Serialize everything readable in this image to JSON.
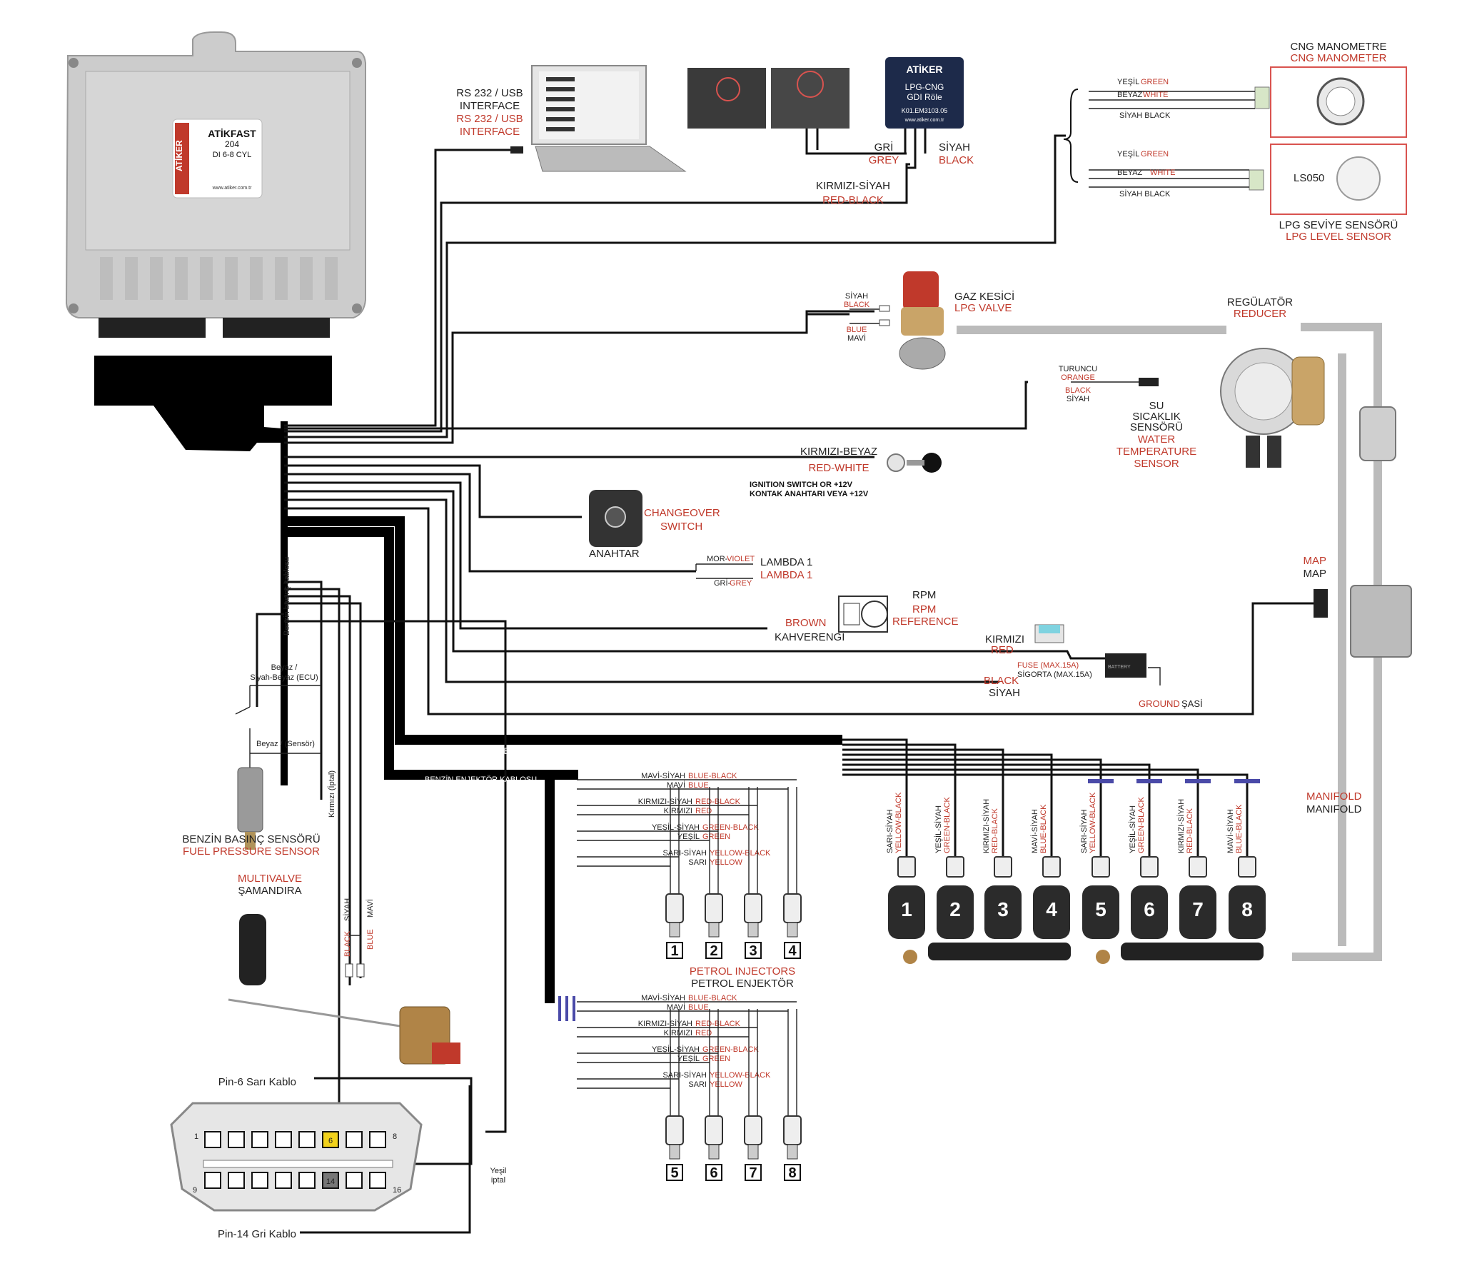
{
  "colors": {
    "wire": "#111111",
    "label_red": "#c0392b",
    "highlight_box": "#d9534f",
    "injector_marker": "#4a4aa8",
    "ecu_body": "#cfcfcf",
    "pin6": "#f2d21b",
    "pin14": "#777777"
  },
  "ecu": {
    "brand": "ATİKER",
    "model": "ATİKFAST",
    "code": "204",
    "spec": "DI 6-8 CYL",
    "web": "www.atiker.com.tr"
  },
  "interface": {
    "line1": "RS 232 / USB",
    "line2": "INTERFACE",
    "line3_red": "RS 232 / USB",
    "line4_red": "INTERFACE"
  },
  "gdi_relay": {
    "brand": "ATİKER",
    "name1": "LPG-CNG",
    "name2": "GDI Röle",
    "code": "K01.EM3103.05",
    "web": "www.atiker.com.tr",
    "wire_grey_tr": "GRİ",
    "wire_grey_en": "GREY",
    "wire_black_tr": "SİYAH",
    "wire_black_en": "BLACK",
    "wire_redblack_tr": "KIRMIZI-SİYAH",
    "wire_redblack_en": "RED-BLACK"
  },
  "cng_manometer": {
    "title_tr": "CNG MANOMETRE",
    "title_en": "CNG MANOMETER",
    "wire1_tr": "YEŞİL",
    "wire1_en": "GREEN",
    "wire2_tr": "BEYAZ",
    "wire2_en": "WHITE",
    "wire3": "SİYAH BLACK"
  },
  "lpg_level": {
    "title_tr": "LPG SEVİYE SENSÖRÜ",
    "title_en": "LPG LEVEL SENSOR",
    "model": "LS050",
    "wire1_tr": "YEŞİL",
    "wire1_en": "GREEN",
    "wire2_tr": "BEYAZ",
    "wire2_en": "WHITE",
    "wire3": "SİYAH BLACK"
  },
  "lpg_valve": {
    "title_tr": "GAZ KESİCİ",
    "title_en": "LPG VALVE",
    "w1_tr": "SİYAH",
    "w1_en": "BLACK",
    "w2_en": "BLUE",
    "w2_tr": "MAVİ"
  },
  "reducer": {
    "title_tr": "REGÜLATÖR",
    "title_en": "REDUCER",
    "w1_tr": "TURUNCU",
    "w1_en": "ORANGE",
    "w2_en": "BLACK",
    "w2_tr": "SİYAH",
    "sensor_tr1": "SU",
    "sensor_tr2": "SICAKLIK",
    "sensor_tr3": "SENSÖRÜ",
    "sensor_en1": "WATER",
    "sensor_en2": "TEMPERATURE",
    "sensor_en3": "SENSOR"
  },
  "ignition": {
    "wire_tr": "KIRMIZI-BEYAZ",
    "wire_en": "RED-WHITE",
    "text1": "IGNITION SWITCH OR +12V",
    "text2": "KONTAK ANAHTARI VEYA +12V"
  },
  "changeover": {
    "en1": "CHANGEOVER",
    "en2": "SWITCH",
    "tr": "ANAHTAR"
  },
  "lambda": {
    "w1": "MOR-",
    "w1_en": "VIOLET",
    "w2": "GRİ-",
    "w2_en": "GREY",
    "label": "LAMBDA 1",
    "label_red": "LAMBDA 1"
  },
  "rpm": {
    "title": "RPM",
    "title_red": "RPM",
    "ref": "REFERENCE",
    "wire_en": "BROWN",
    "wire_tr": "KAHVERENGİ"
  },
  "power": {
    "w1_tr": "KIRMIZI",
    "w1_en": "RED",
    "fuse_en": "FUSE (MAX.15A)",
    "fuse_tr": "SİGORTA (MAX.15A)",
    "battery": "BATTERY",
    "w2_en": "BLACK",
    "w2_tr": "SİYAH",
    "ground_en": "GROUND",
    "ground_tr": "ŞASİ"
  },
  "map": {
    "en": "MAP",
    "tr": "MAP"
  },
  "manifold": {
    "en": "MANIFOLD",
    "tr": "MANIFOLD"
  },
  "harness": {
    "lpg_cable": "LPG ENJEKTÖR KABLOSU",
    "petrol_cable": "BENZİN ENJEKTÖR KABLOSU"
  },
  "fuel_pressure": {
    "cable_label": "Benzin basınç kablosu",
    "white_ecu": "Beyaz /",
    "white_ecu2": "Siyah-Beyaz (ECU)",
    "white_sensor": "Beyaz / (Sensör)",
    "red_cancel": "Kırmızı (İptal)",
    "title_tr": "BENZİN BASINÇ SENSÖRÜ",
    "title_en": "FUEL PRESSURE SENSOR"
  },
  "multivalve": {
    "title_en": "MULTIVALVE",
    "title_tr": "ŞAMANDIRA",
    "w1_en": "BLACK",
    "w1_tr": "SİYAH",
    "w2_en": "BLUE",
    "w2_tr": "MAVİ"
  },
  "obd": {
    "pin6_label": "Pin-6 Sarı Kablo",
    "pin14_label": "Pin-14 Gri Kablo",
    "green_cancel1": "Yeşil",
    "green_cancel2": "iptal",
    "pin_1": "1",
    "pin_8": "8",
    "pin_9": "9",
    "pin_16": "16",
    "pin_6": "6",
    "pin_14": "14"
  },
  "petrol_injectors": {
    "title_en": "PETROL INJECTORS",
    "title_tr": "PETROL ENJEKTÖR",
    "wires": [
      {
        "tr": "MAVİ-SİYAH",
        "en": "BLUE-BLACK"
      },
      {
        "tr": "MAVİ",
        "en": "BLUE"
      },
      {
        "tr": "KIRMIZI-SİYAH",
        "en": "RED-BLACK"
      },
      {
        "tr": "KIRMIZI",
        "en": "RED"
      },
      {
        "tr": "YEŞİL-SİYAH",
        "en": "GREEN-BLACK"
      },
      {
        "tr": "YEŞİL",
        "en": "GREEN"
      },
      {
        "tr": "SARI-SİYAH",
        "en": "YELLOW-BLACK"
      },
      {
        "tr": "SARI",
        "en": "YELLOW"
      }
    ],
    "bank1": [
      "1",
      "2",
      "3",
      "4"
    ],
    "bank2": [
      "5",
      "6",
      "7",
      "8"
    ]
  },
  "lpg_injectors": {
    "wires": [
      {
        "tr": "SARI-SİYAH",
        "en": "YELLOW-BLACK"
      },
      {
        "tr": "YEŞİL-SİYAH",
        "en": "GREEN-BLACK"
      },
      {
        "tr": "KIRMIZI-SİYAH",
        "en": "RED-BLACK"
      },
      {
        "tr": "MAVİ-SİYAH",
        "en": "BLUE-BLACK"
      },
      {
        "tr": "SARI-SİYAH",
        "en": "YELLOW-BLACK"
      },
      {
        "tr": "YEŞİL-SİYAH",
        "en": "GREEN-BLACK"
      },
      {
        "tr": "KIRMIZI-SİYAH",
        "en": "RED-BLACK"
      },
      {
        "tr": "MAVİ-SİYAH",
        "en": "BLUE-BLACK"
      }
    ],
    "numbers": [
      "1",
      "2",
      "3",
      "4",
      "5",
      "6",
      "7",
      "8"
    ]
  }
}
